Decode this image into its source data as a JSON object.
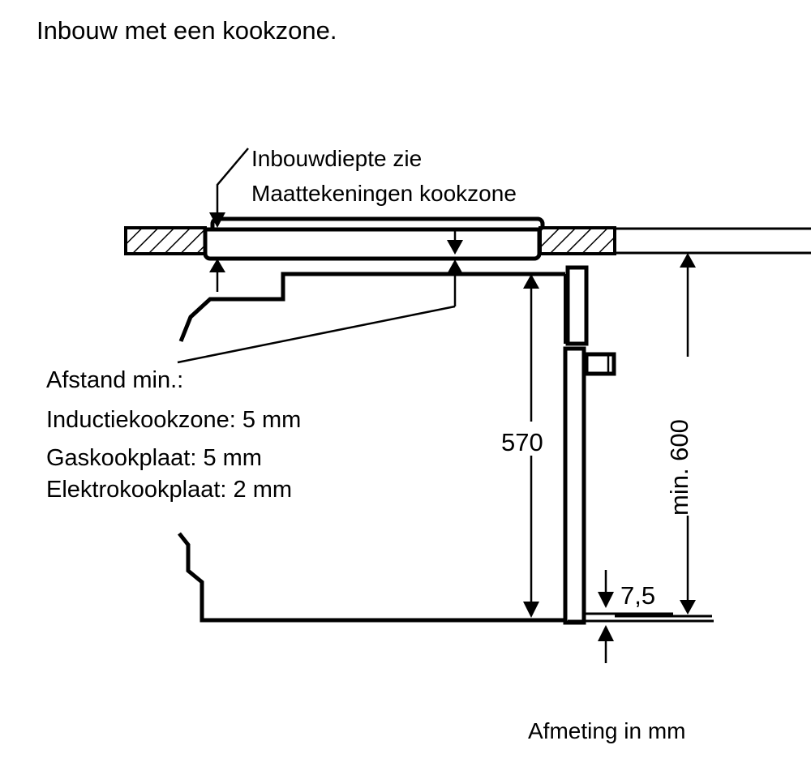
{
  "page": {
    "title": "Inbouw met een kookzone.",
    "caption": "Afmeting in mm"
  },
  "annotations": {
    "depth_note_line1": "Inbouwdiepte zie",
    "depth_note_line2": "Maattekeningen kookzone",
    "clearance_heading": "Afstand min.:",
    "clearance_items": [
      "Inductiekookzone: 5 mm",
      "Gaskookplaat: 5 mm",
      "Elektrokookplaat: 2 mm"
    ]
  },
  "dimensions": {
    "oven_height": "570",
    "plinth_gap": "7,5",
    "niche_height": "min. 600"
  },
  "chart_data": {
    "type": "table",
    "title": "Inbouw met een kookzone.",
    "units": "mm",
    "labels": [
      "570",
      "7,5",
      "min. 600"
    ],
    "values": [
      570,
      7.5,
      600
    ]
  },
  "colors": {
    "ink": "#000000",
    "paper": "#ffffff"
  }
}
